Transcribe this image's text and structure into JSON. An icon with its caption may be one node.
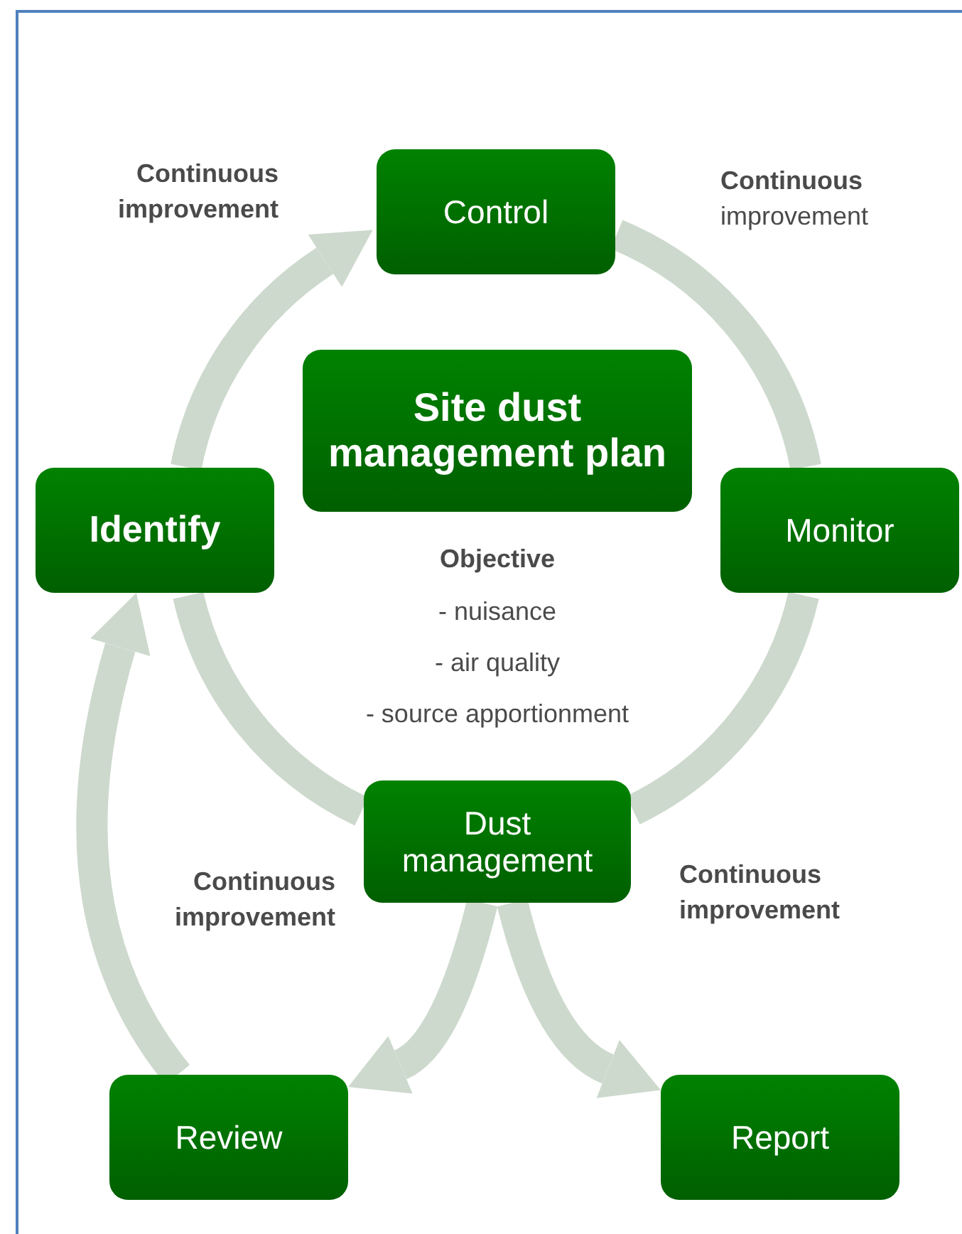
{
  "diagram": {
    "nodes": [
      {
        "text": [
          "Control"
        ]
      },
      {
        "text": [
          "Site dust management plan"
        ]
      },
      {
        "text": [
          "Identify"
        ]
      },
      {
        "text": [
          "Monitor"
        ]
      },
      {
        "text": [
          "Dust management"
        ]
      },
      {
        "text": [
          "Review"
        ]
      },
      {
        "text": [
          "Report"
        ]
      }
    ],
    "edges": [
      {
        "from": 2,
        "to": 0,
        "arrow": "to"
      },
      {
        "from": 0,
        "to": 3,
        "arrow": "none"
      },
      {
        "from": 3,
        "to": 4,
        "arrow": "none"
      },
      {
        "from": 4,
        "to": 2,
        "arrow": "none"
      },
      {
        "from": 4,
        "to": 5,
        "arrow": "to"
      },
      {
        "from": 4,
        "to": 6,
        "arrow": "to"
      },
      {
        "from": 5,
        "to": 2,
        "arrow": "to"
      }
    ],
    "labels": [
      "Continuous improvement",
      "**Continuous** improvement",
      "Objective",
      "- nuisance",
      "- air quality",
      "- source apportionment",
      "Continuous improvement",
      "Continuous improvement"
    ]
  }
}
